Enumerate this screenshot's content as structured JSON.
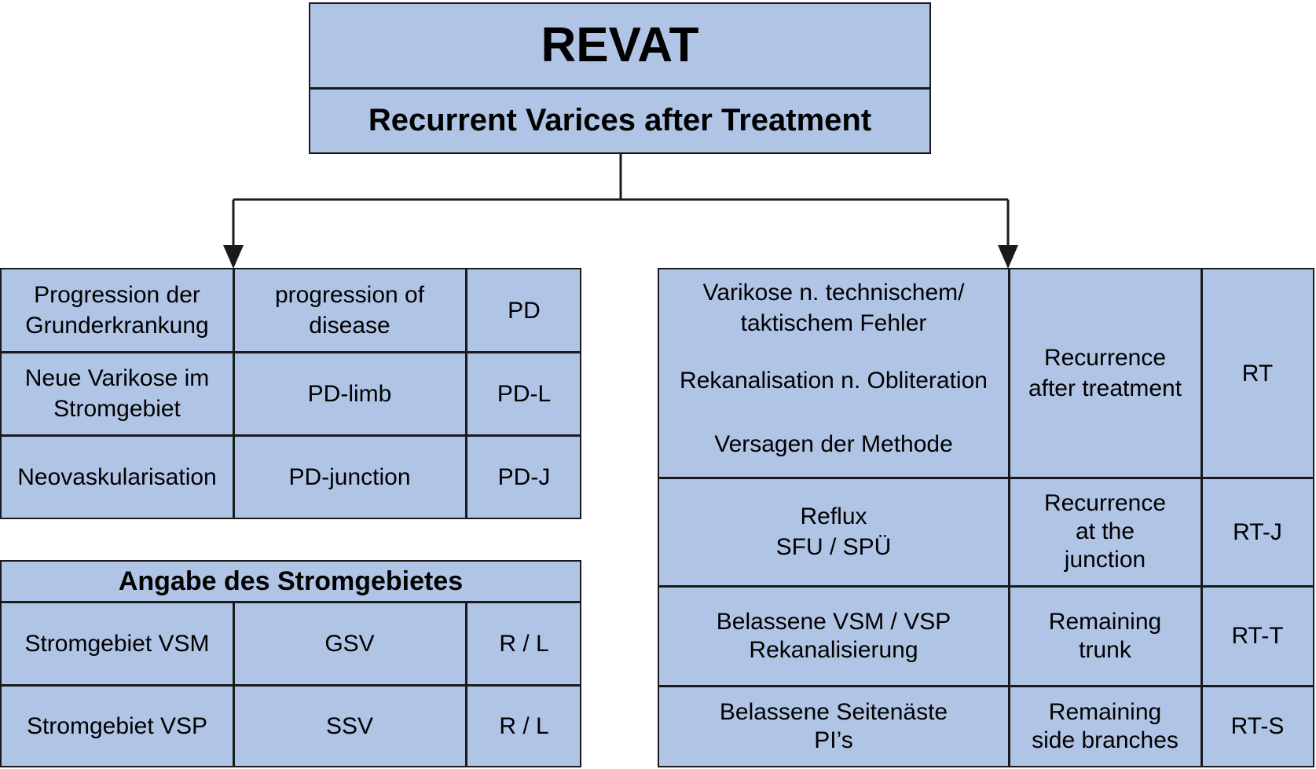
{
  "header": {
    "title": "REVAT",
    "subtitle": "Recurrent Varices after Treatment"
  },
  "left_table": {
    "rows": [
      {
        "de": [
          "Progression der",
          "Grunderkrankung"
        ],
        "en": [
          "progression of",
          "disease"
        ],
        "code": "PD"
      },
      {
        "de": [
          "Neue Varikose im",
          "Stromgebiet"
        ],
        "en": [
          "PD-limb"
        ],
        "code": "PD-L"
      },
      {
        "de": [
          "Neovaskularisation"
        ],
        "en": [
          "PD-junction"
        ],
        "code": "PD-J"
      }
    ]
  },
  "territory_table": {
    "heading": "Angabe des Stromgebietes",
    "rows": [
      {
        "de": "Stromgebiet VSM",
        "en": "GSV",
        "code": "R / L"
      },
      {
        "de": "Stromgebiet VSP",
        "en": "SSV",
        "code": "R / L"
      }
    ]
  },
  "right_table": {
    "row1": {
      "de_line1": "Varikose n. technischem/",
      "de_line2": "taktischem Fehler",
      "de_line3": "Rekanalisation n. Obliteration",
      "de_line4": "Versagen der Methode",
      "en": [
        "Recurrence",
        "after treatment"
      ],
      "code": "RT"
    },
    "rows": [
      {
        "de": [
          "Reflux",
          "SFU / SPÜ"
        ],
        "en": [
          "Recurrence",
          "at the",
          "junction"
        ],
        "code": "RT-J"
      },
      {
        "de": [
          "Belassene VSM / VSP",
          "Rekanalisierung"
        ],
        "en": [
          "Remaining",
          "trunk"
        ],
        "code": "RT-T"
      },
      {
        "de": [
          "Belassene Seitenäste",
          "PI’s"
        ],
        "en": [
          "Remaining",
          "side branches"
        ],
        "code": "RT-S"
      }
    ]
  },
  "colors": {
    "fill": "#b0c4e6",
    "border": "#1a1a1a"
  }
}
